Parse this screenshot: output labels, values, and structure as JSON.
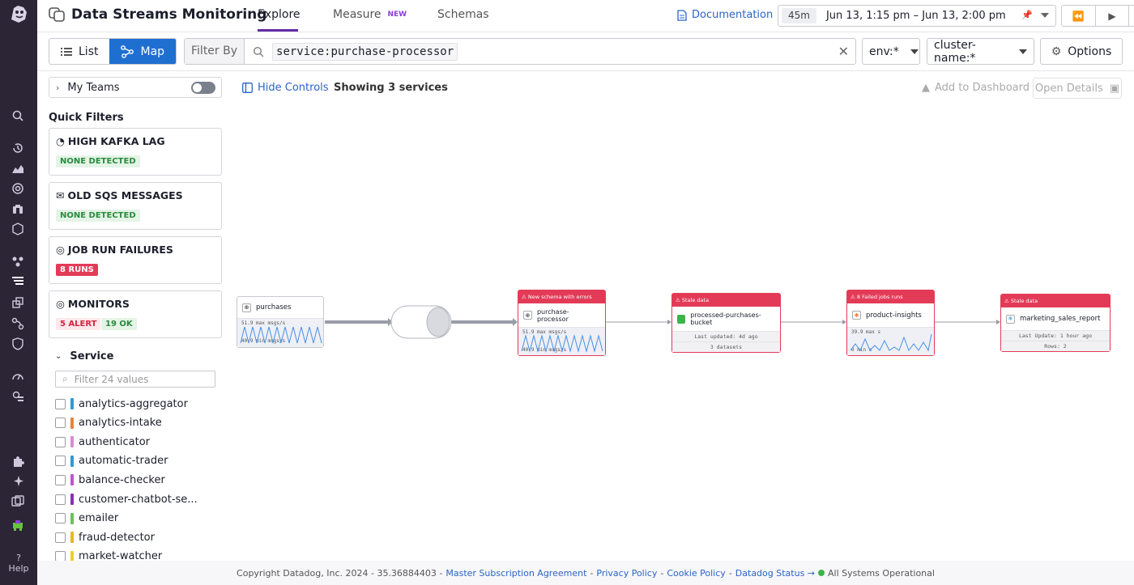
{
  "header": {
    "title": "Data Streams Monitoring",
    "tabs": [
      {
        "label": "Explore"
      },
      {
        "label": "Measure",
        "badge": "NEW"
      },
      {
        "label": "Schemas"
      }
    ],
    "documentation": "Documentation",
    "time_duration": "45m",
    "time_range": "Jun 13, 1:15 pm – Jun 13, 2:00 pm"
  },
  "toolbar": {
    "list_label": "List",
    "map_label": "Map",
    "filter_label": "Filter By",
    "filter_query": "service:purchase-processor",
    "env_value": "env:*",
    "cluster_value": "cluster-name:*",
    "options_label": "Options"
  },
  "sidebar": {
    "my_teams": "My Teams",
    "quick_filters_title": "Quick Filters",
    "quick_filters": [
      {
        "title": "HIGH KAFKA LAG",
        "badges": [
          {
            "text": "NONE DETECTED",
            "kind": "ok"
          }
        ]
      },
      {
        "title": "OLD SQS MESSAGES",
        "badges": [
          {
            "text": "NONE DETECTED",
            "kind": "ok"
          }
        ]
      },
      {
        "title": "JOB RUN FAILURES",
        "badges": [
          {
            "text": "8 RUNS",
            "kind": "bad"
          }
        ]
      },
      {
        "title": "MONITORS",
        "badges": [
          {
            "text": "5 ALERT",
            "kind": "alert"
          },
          {
            "text": "19 OK",
            "kind": "ok"
          }
        ]
      }
    ],
    "service_title": "Service",
    "service_filter_placeholder": "Filter 24 values",
    "services": [
      {
        "name": "analytics-aggregator",
        "color": "#2e9bd6"
      },
      {
        "name": "analytics-intake",
        "color": "#e8833a"
      },
      {
        "name": "authenticator",
        "color": "#d88ad6"
      },
      {
        "name": "automatic-trader",
        "color": "#2e9bd6"
      },
      {
        "name": "balance-checker",
        "color": "#c054c8"
      },
      {
        "name": "customer-chatbot-se...",
        "color": "#8b2fb5"
      },
      {
        "name": "emailer",
        "color": "#6fbf5a"
      },
      {
        "name": "fraud-detector",
        "color": "#e8b821"
      },
      {
        "name": "market-watcher",
        "color": "#e8d421"
      }
    ]
  },
  "canvas": {
    "hide_controls": "Hide Controls",
    "showing": "Showing 3 services",
    "add_to_dashboard": "Add to Dashboard",
    "open_details": "Open Details",
    "nodes": {
      "purchases": {
        "name": "purchases",
        "max": "51.9 max msgs/s",
        "min": "40.9 min msgs/s"
      },
      "processor": {
        "banner": "New schema with errors",
        "name": "purchase-processor",
        "max": "51.9 max msgs/s",
        "min": "40.9 min msgs/s"
      },
      "bucket": {
        "banner": "Stale data",
        "name": "processed-purchases-bucket",
        "m1": "Last updated: 4d ago",
        "m2": "3 datasets"
      },
      "insights": {
        "banner": "8 Failed jobs runs",
        "name": "product-insights",
        "max": "39.9 max s",
        "min": "0 min s"
      },
      "report": {
        "banner": "Stale data",
        "name": "marketing_sales_report",
        "m1": "Last Update: 1 hour ago",
        "m2": "Rows: 2"
      }
    }
  },
  "footer": {
    "copyright": "Copyright Datadog, Inc. 2024 - 35.36884403 -",
    "links": [
      "Master Subscription Agreement",
      "Privacy Policy",
      "Cookie Policy",
      "Datadog Status →"
    ],
    "status": "All Systems Operational"
  },
  "nav": {
    "help_label": "Help"
  },
  "colors": {
    "accent": "#632ca6",
    "primary": "#1f6fd1",
    "alert": "#e33b57",
    "ok": "#2b8a3e"
  }
}
